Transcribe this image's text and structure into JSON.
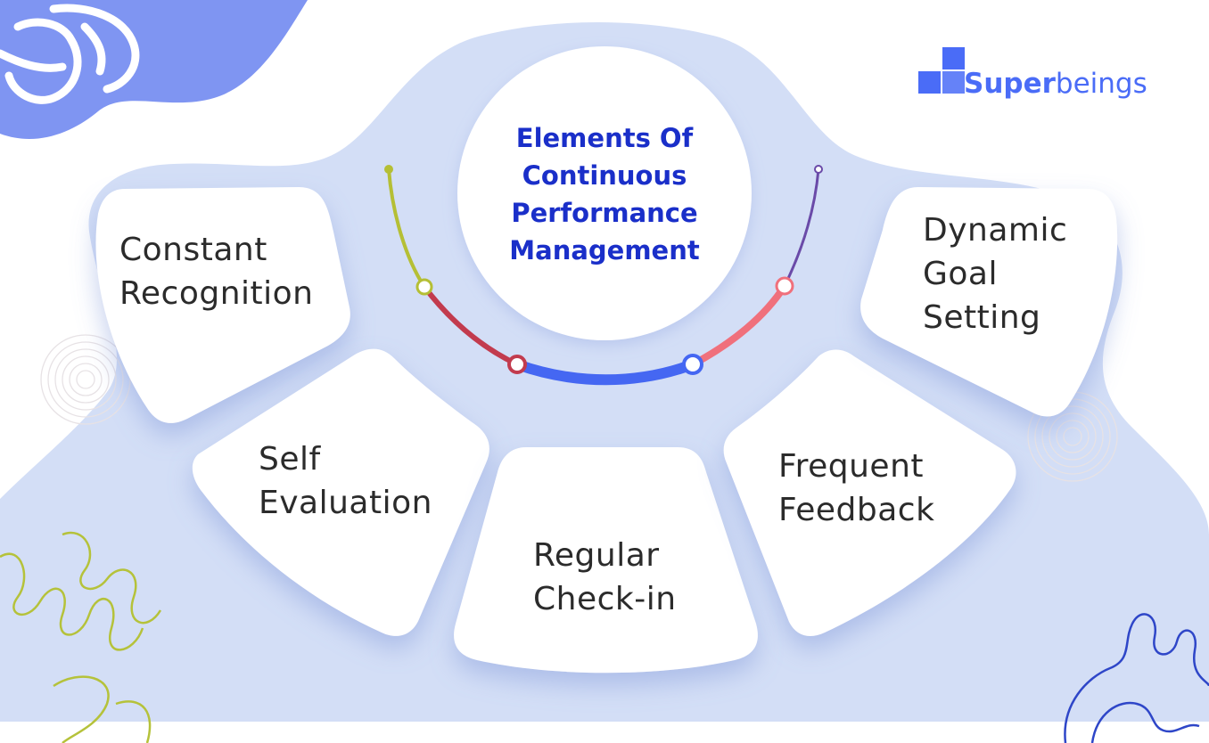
{
  "brand": {
    "strong": "Super",
    "light": "beings",
    "color": "#4a6cf7"
  },
  "center": {
    "title": "Elements Of\nContinuous\nPerformance\nManagement",
    "color": "#1a2fc9"
  },
  "segments": [
    {
      "key": "constant_recognition",
      "label": "Constant\nRecognition"
    },
    {
      "key": "self_evaluation",
      "label": "Self\nEvaluation"
    },
    {
      "key": "regular_check_in",
      "label": "Regular\nCheck-in"
    },
    {
      "key": "frequent_feedback",
      "label": "Frequent\nFeedback"
    },
    {
      "key": "dynamic_goal_setting",
      "label": "Dynamic\nGoal\nSetting"
    }
  ],
  "arc_colors": [
    "#b5bf35",
    "#c23b4e",
    "#4567f2",
    "#f0707c",
    "#6a4aa8"
  ],
  "palette": {
    "backdrop": "#d3def6",
    "accent_blob": "#7f95f2",
    "card": "#ffffff",
    "text": "#2b2b2b"
  }
}
